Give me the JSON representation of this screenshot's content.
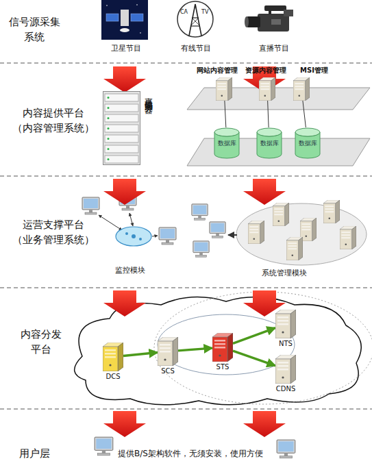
{
  "diagram": {
    "nodes": [
      {
        "text": [
          "直播编码服务器"
        ]
      },
      {
        "text": [
          "网站内容管理"
        ]
      },
      {
        "text": [
          "资源内容管理"
        ]
      },
      {
        "text": [
          "MSI管理"
        ]
      },
      {
        "text": [
          "数据库"
        ]
      },
      {
        "text": [
          "数据库"
        ]
      },
      {
        "text": [
          "数据库"
        ]
      },
      {
        "text": [
          "DCS"
        ]
      },
      {
        "text": [
          "SCS"
        ]
      },
      {
        "text": [
          "STS"
        ]
      },
      {
        "text": [
          "NTS"
        ]
      },
      {
        "text": [
          "CDNS"
        ]
      }
    ],
    "edges": [
      {
        "from": 1,
        "to": 4,
        "arrow": "none"
      },
      {
        "from": 2,
        "to": 5,
        "arrow": "none"
      },
      {
        "from": 3,
        "to": 6,
        "arrow": "none"
      },
      {
        "from": 7,
        "to": 8,
        "arrow": "to"
      },
      {
        "from": 8,
        "to": 9,
        "arrow": "to"
      },
      {
        "from": 9,
        "to": 10,
        "arrow": "to"
      },
      {
        "from": 9,
        "to": 11,
        "arrow": "to"
      }
    ],
    "labels": [
      "信号源采集 系统",
      "CA",
      "TV",
      "卫星节目",
      "有线节目",
      "直播节目",
      "内容提供平台 （内容管理系统）",
      "运营支撑平台 （业务管理系统）",
      "监控模块",
      "系统管理模块",
      "内容分发 平台",
      "用户层",
      "提供B/S架构软件，无须安装，使用方便"
    ]
  }
}
